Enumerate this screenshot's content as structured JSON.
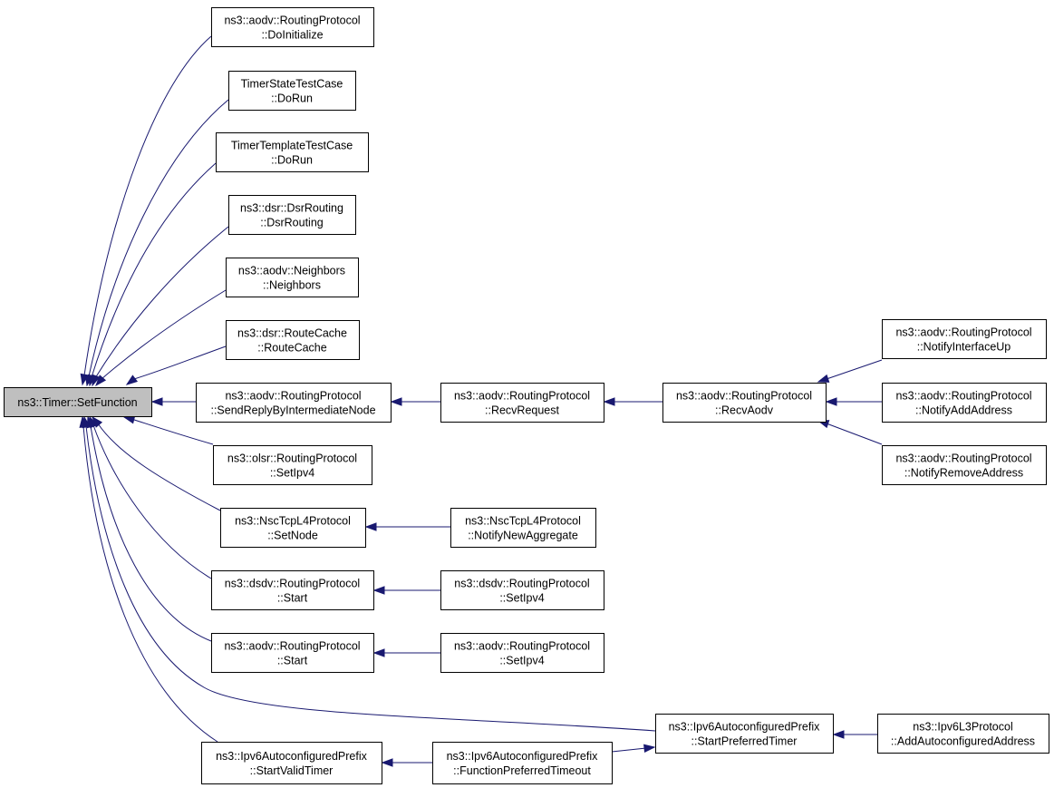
{
  "graph": {
    "title": "",
    "nodes": [
      {
        "id": "root",
        "line1": "ns3::Timer::SetFunction",
        "line2": ""
      },
      {
        "id": "aodv-doinit",
        "line1": "ns3::aodv::RoutingProtocol",
        "line2": "::DoInitialize"
      },
      {
        "id": "timerstate",
        "line1": "TimerStateTestCase",
        "line2": "::DoRun"
      },
      {
        "id": "timertemplate",
        "line1": "TimerTemplateTestCase",
        "line2": "::DoRun"
      },
      {
        "id": "dsrrouting",
        "line1": "ns3::dsr::DsrRouting",
        "line2": "::DsrRouting"
      },
      {
        "id": "neighbors",
        "line1": "ns3::aodv::Neighbors",
        "line2": "::Neighbors"
      },
      {
        "id": "routecache",
        "line1": "ns3::dsr::RouteCache",
        "line2": "::RouteCache"
      },
      {
        "id": "sendreply",
        "line1": "ns3::aodv::RoutingProtocol",
        "line2": "::SendReplyByIntermediateNode"
      },
      {
        "id": "recvrequest",
        "line1": "ns3::aodv::RoutingProtocol",
        "line2": "::RecvRequest"
      },
      {
        "id": "recvaodv",
        "line1": "ns3::aodv::RoutingProtocol",
        "line2": "::RecvAodv"
      },
      {
        "id": "notifyifup",
        "line1": "ns3::aodv::RoutingProtocol",
        "line2": "::NotifyInterfaceUp"
      },
      {
        "id": "notifyadd",
        "line1": "ns3::aodv::RoutingProtocol",
        "line2": "::NotifyAddAddress"
      },
      {
        "id": "notifyremove",
        "line1": "ns3::aodv::RoutingProtocol",
        "line2": "::NotifyRemoveAddress"
      },
      {
        "id": "olsrsetipv4",
        "line1": "ns3::olsr::RoutingProtocol",
        "line2": "::SetIpv4"
      },
      {
        "id": "nscsetnode",
        "line1": "ns3::NscTcpL4Protocol",
        "line2": "::SetNode"
      },
      {
        "id": "nscnotify",
        "line1": "ns3::NscTcpL4Protocol",
        "line2": "::NotifyNewAggregate"
      },
      {
        "id": "dsdvstart",
        "line1": "ns3::dsdv::RoutingProtocol",
        "line2": "::Start"
      },
      {
        "id": "dsdvsetipv4",
        "line1": "ns3::dsdv::RoutingProtocol",
        "line2": "::SetIpv4"
      },
      {
        "id": "aodvstart",
        "line1": "ns3::aodv::RoutingProtocol",
        "line2": "::Start"
      },
      {
        "id": "aodvsetipv4",
        "line1": "ns3::aodv::RoutingProtocol",
        "line2": "::SetIpv4"
      },
      {
        "id": "startpreferred",
        "line1": "ns3::Ipv6AutoconfiguredPrefix",
        "line2": "::StartPreferredTimer"
      },
      {
        "id": "addautoconf",
        "line1": "ns3::Ipv6L3Protocol",
        "line2": "::AddAutoconfiguredAddress"
      },
      {
        "id": "startvalid",
        "line1": "ns3::Ipv6AutoconfiguredPrefix",
        "line2": "::StartValidTimer"
      },
      {
        "id": "funcpreferred",
        "line1": "ns3::Ipv6AutoconfiguredPrefix",
        "line2": "::FunctionPreferredTimeout"
      }
    ],
    "edges": [
      {
        "from": "aodv-doinit",
        "to": "root"
      },
      {
        "from": "timerstate",
        "to": "root"
      },
      {
        "from": "timertemplate",
        "to": "root"
      },
      {
        "from": "dsrrouting",
        "to": "root"
      },
      {
        "from": "neighbors",
        "to": "root"
      },
      {
        "from": "routecache",
        "to": "root"
      },
      {
        "from": "sendreply",
        "to": "root"
      },
      {
        "from": "recvrequest",
        "to": "sendreply"
      },
      {
        "from": "recvaodv",
        "to": "recvrequest"
      },
      {
        "from": "notifyifup",
        "to": "recvaodv"
      },
      {
        "from": "notifyadd",
        "to": "recvaodv"
      },
      {
        "from": "notifyremove",
        "to": "recvaodv"
      },
      {
        "from": "olsrsetipv4",
        "to": "root"
      },
      {
        "from": "nscsetnode",
        "to": "root"
      },
      {
        "from": "nscnotify",
        "to": "nscsetnode"
      },
      {
        "from": "dsdvstart",
        "to": "root"
      },
      {
        "from": "dsdvsetipv4",
        "to": "dsdvstart"
      },
      {
        "from": "aodvstart",
        "to": "root"
      },
      {
        "from": "aodvsetipv4",
        "to": "aodvstart"
      },
      {
        "from": "startpreferred",
        "to": "root"
      },
      {
        "from": "addautoconf",
        "to": "startpreferred"
      },
      {
        "from": "startvalid",
        "to": "root"
      },
      {
        "from": "funcpreferred",
        "to": "startvalid"
      },
      {
        "from": "funcpreferred",
        "to": "startpreferred"
      }
    ],
    "colors": {
      "edge": "#191970",
      "root_fill": "#bfbfbf",
      "node_fill": "#ffffff",
      "node_border": "#000000"
    }
  }
}
